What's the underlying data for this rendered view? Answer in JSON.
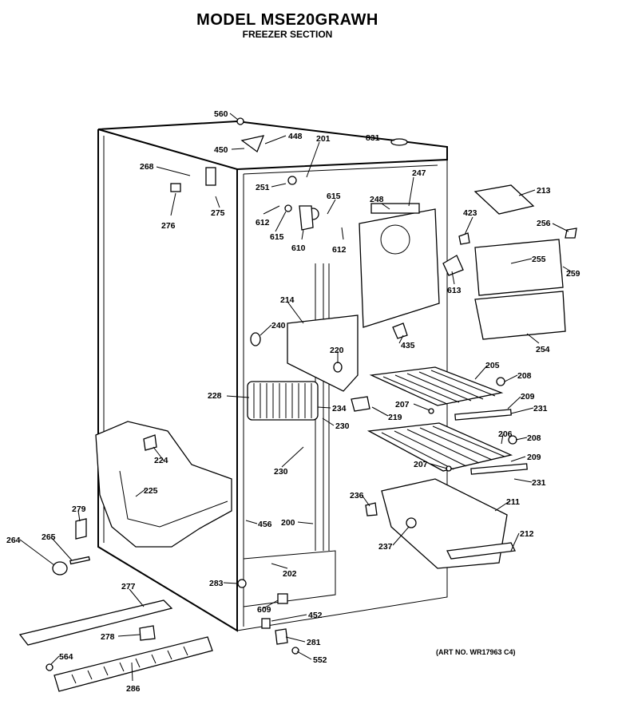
{
  "title": "MODEL MSE20GRAWH",
  "subtitle": "FREEZER SECTION",
  "art_number": "(ART NO. WR17963 C4)",
  "part_labels": [
    "560",
    "448",
    "201",
    "831",
    "450",
    "268",
    "251",
    "615",
    "247",
    "248",
    "213",
    "423",
    "256",
    "275",
    "276",
    "612",
    "615",
    "610",
    "612",
    "255",
    "259",
    "613",
    "214",
    "240",
    "435",
    "254",
    "220",
    "205",
    "208",
    "228",
    "234",
    "207",
    "209",
    "231",
    "219",
    "230",
    "206",
    "208",
    "224",
    "230",
    "207",
    "209",
    "231",
    "225",
    "236",
    "211",
    "279",
    "456",
    "200",
    "212",
    "264",
    "265",
    "237",
    "202",
    "277",
    "283",
    "609",
    "452",
    "278",
    "281",
    "564",
    "552",
    "286"
  ]
}
